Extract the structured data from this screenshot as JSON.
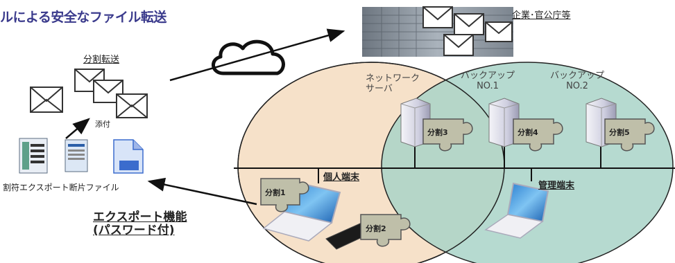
{
  "title": "ルによる安全なファイル転送",
  "labels": {
    "split_transfer": "分割転送",
    "attachment": "添付",
    "fragment_file": "割符エクスポート断片ファイル",
    "export_line1": "エクスポート機能",
    "export_line2": "(パスワード付)",
    "enterprise": "企業･官公庁等",
    "network_server_line1": "ネットワーク",
    "network_server_line2": "サーバ",
    "backup1_line1": "バックアップ",
    "backup1_line2": "NO.1",
    "backup2_line1": "バックアップ",
    "backup2_line2": "NO.2",
    "personal_terminal": "個人端末",
    "admin_terminal": "管理端末"
  },
  "pieces": {
    "p1": "分割1",
    "p2": "分割2",
    "p3": "分割3",
    "p4": "分割4",
    "p5": "分割5"
  },
  "colors": {
    "personal_area": "#f6e1c9",
    "admin_area": "#a9d4c8",
    "overlap_area": "#b9d8c4",
    "puzzle": "#bfbfa9",
    "title": "#3a3a8c"
  },
  "icons": {
    "envelope": "envelope-icon",
    "cloud": "cloud-icon",
    "server": "server-icon",
    "laptop": "laptop-icon",
    "usb": "usb-drive-icon",
    "document": "document-icon",
    "building": "building-icon",
    "puzzle": "puzzle-piece-icon"
  }
}
